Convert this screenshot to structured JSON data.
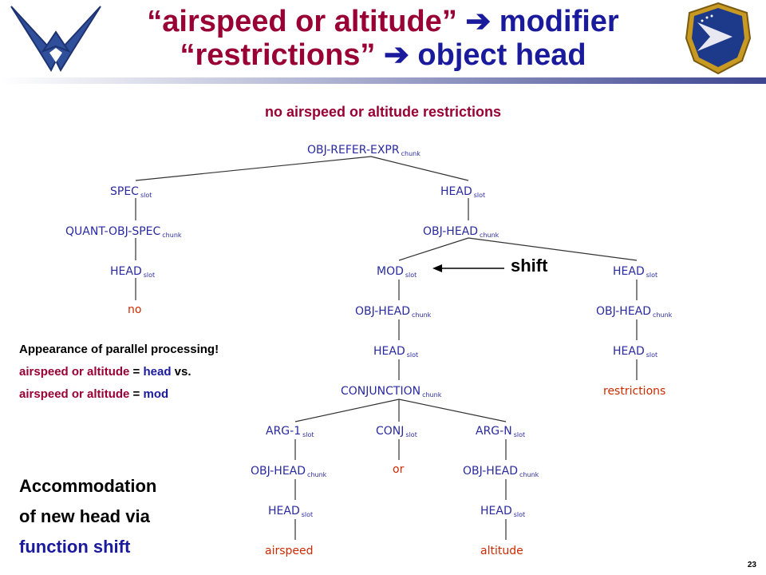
{
  "slide": {
    "title_line1": {
      "quote": "“airspeed or altitude”",
      "arrow": "➔",
      "rest": "modifier"
    },
    "title_line2": {
      "quote": "“restrictions”",
      "arrow": "➔",
      "rest": "object head"
    },
    "subtitle": "no airspeed or altitude restrictions",
    "page_number": "23",
    "logo_left": "air-force-wings-logo",
    "logo_right": "air-force-research-laboratory-seal"
  },
  "tree": {
    "nodes": {
      "root": {
        "label": "OBJ-REFER-EXPR",
        "sub": "chunk"
      },
      "spec": {
        "label": "SPEC",
        "sub": "slot"
      },
      "quant": {
        "label": "QUANT-OBJ-SPEC",
        "sub": "chunk"
      },
      "spec_head": {
        "label": "HEAD",
        "sub": "slot"
      },
      "no": {
        "label": "no"
      },
      "head": {
        "label": "HEAD",
        "sub": "slot"
      },
      "objhead": {
        "label": "OBJ-HEAD",
        "sub": "chunk"
      },
      "mod": {
        "label": "MOD",
        "sub": "slot"
      },
      "mod_objhead": {
        "label": "OBJ-HEAD",
        "sub": "chunk"
      },
      "mod_head": {
        "label": "HEAD",
        "sub": "slot"
      },
      "conj": {
        "label": "CONJUNCTION",
        "sub": "chunk"
      },
      "arg1": {
        "label": "ARG-1",
        "sub": "slot"
      },
      "arg1_objhead": {
        "label": "OBJ-HEAD",
        "sub": "chunk"
      },
      "arg1_head": {
        "label": "HEAD",
        "sub": "slot"
      },
      "airspeed": {
        "label": "airspeed"
      },
      "conjslot": {
        "label": "CONJ",
        "sub": "slot"
      },
      "or": {
        "label": "or"
      },
      "argn": {
        "label": "ARG-N",
        "sub": "slot"
      },
      "argn_objhead": {
        "label": "OBJ-HEAD",
        "sub": "chunk"
      },
      "argn_head": {
        "label": "HEAD",
        "sub": "slot"
      },
      "altitude": {
        "label": "altitude"
      },
      "rhead": {
        "label": "HEAD",
        "sub": "slot"
      },
      "r_objhead": {
        "label": "OBJ-HEAD",
        "sub": "chunk"
      },
      "r_head": {
        "label": "HEAD",
        "sub": "slot"
      },
      "restrictions": {
        "label": "restrictions"
      }
    },
    "shift_label": "shift"
  },
  "notes": {
    "line1": "Appearance of parallel processing!",
    "line2": {
      "a": "airspeed or altitude",
      "eq": " = ",
      "b": "head",
      "c": " vs."
    },
    "line3": {
      "a": "airspeed or altitude",
      "eq": " = ",
      "b": "mod"
    }
  },
  "accommodation": {
    "line1": "Accommodation",
    "line2": "of new head via",
    "line3": "function shift"
  }
}
